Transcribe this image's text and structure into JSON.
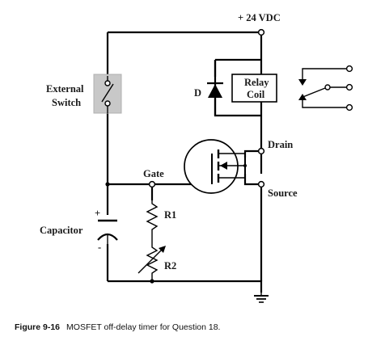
{
  "labels": {
    "supply": "+ 24 VDC",
    "external_switch_line1": "External",
    "external_switch_line2": "Switch",
    "diode": "D",
    "relay_line1": "Relay",
    "relay_line2": "Coil",
    "drain": "Drain",
    "gate": "Gate",
    "source": "Source",
    "r1": "R1",
    "r2": "R2",
    "capacitor": "Capacitor",
    "cap_plus": "+",
    "cap_minus": "-"
  },
  "caption": {
    "number": "Figure 9-16",
    "text": "MOSFET off-delay timer for Question 18."
  },
  "colors": {
    "switch_fill": "#c8c8c8",
    "wire": "#000000"
  }
}
